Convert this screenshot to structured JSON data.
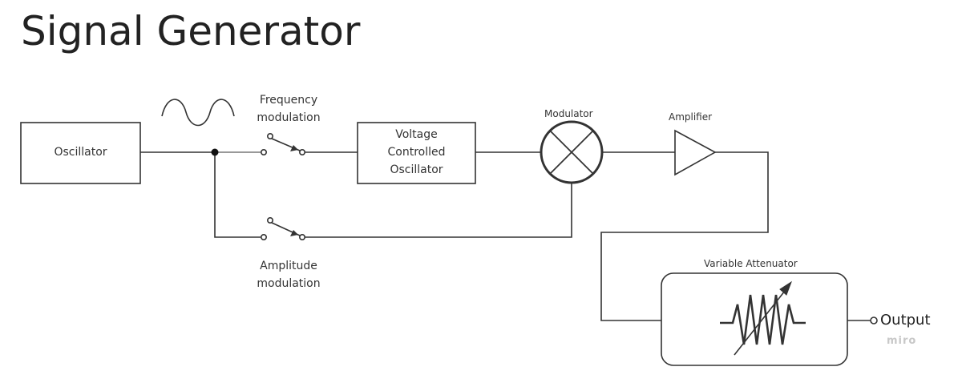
{
  "title": "Signal Generator",
  "blocks": {
    "oscillator": "Oscillator",
    "vco": "Voltage\nControlled\nOscillator",
    "modulator": "Modulator",
    "amplifier": "Amplifier",
    "attenuator": "Variable Attenuator"
  },
  "switches": {
    "frequency": "Frequency\nmodulation",
    "amplitude": "Amplitude\nmodulation"
  },
  "output": "Output",
  "watermark": "miro",
  "colors": {
    "line": "#333333",
    "text": "#333333",
    "watermark": "#c8c8c8"
  }
}
